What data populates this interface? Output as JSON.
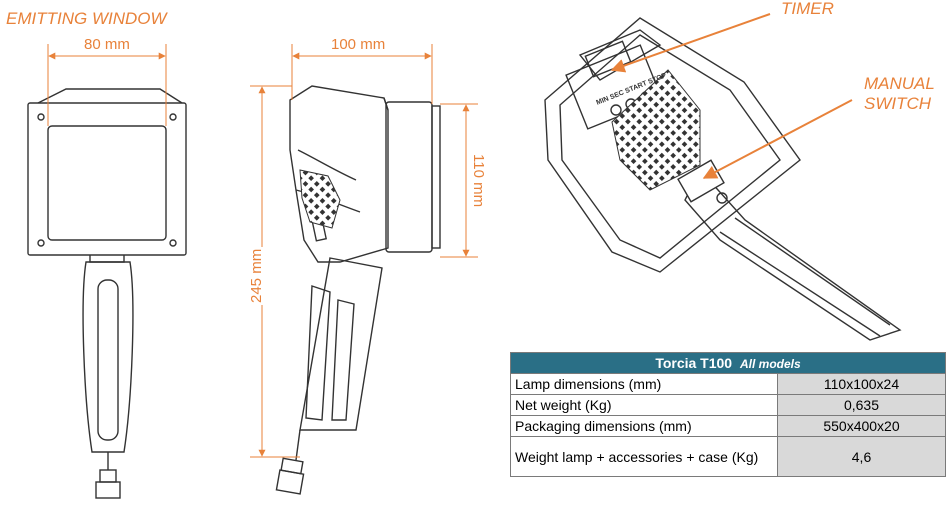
{
  "labels": {
    "emitting_window": "EMITTING WINDOW",
    "timer": "TIMER",
    "manual_switch_line1": "MANUAL",
    "manual_switch_line2": "SWITCH"
  },
  "dimensions": {
    "front_width": "80 mm",
    "side_width": "100 mm",
    "side_height": "110 mm",
    "total_length": "245 mm"
  },
  "timer_panel": {
    "buttons": [
      "MIN",
      "SEC",
      "START",
      "STOP"
    ]
  },
  "spec_table": {
    "title": "Torcia T100",
    "subtitle": "All models",
    "rows": [
      {
        "label": "Lamp dimensions (mm)",
        "value": "110x100x24"
      },
      {
        "label": "Net weight (Kg)",
        "value": "0,635"
      },
      {
        "label": "Packaging dimensions (mm)",
        "value": "550x400x20"
      },
      {
        "label": "Weight lamp + accessories + case (Kg)",
        "value": "4,6"
      }
    ]
  },
  "colors": {
    "accent": "#e8823a",
    "table_header": "#2a6f86",
    "value_cell": "#d9d9d9"
  }
}
